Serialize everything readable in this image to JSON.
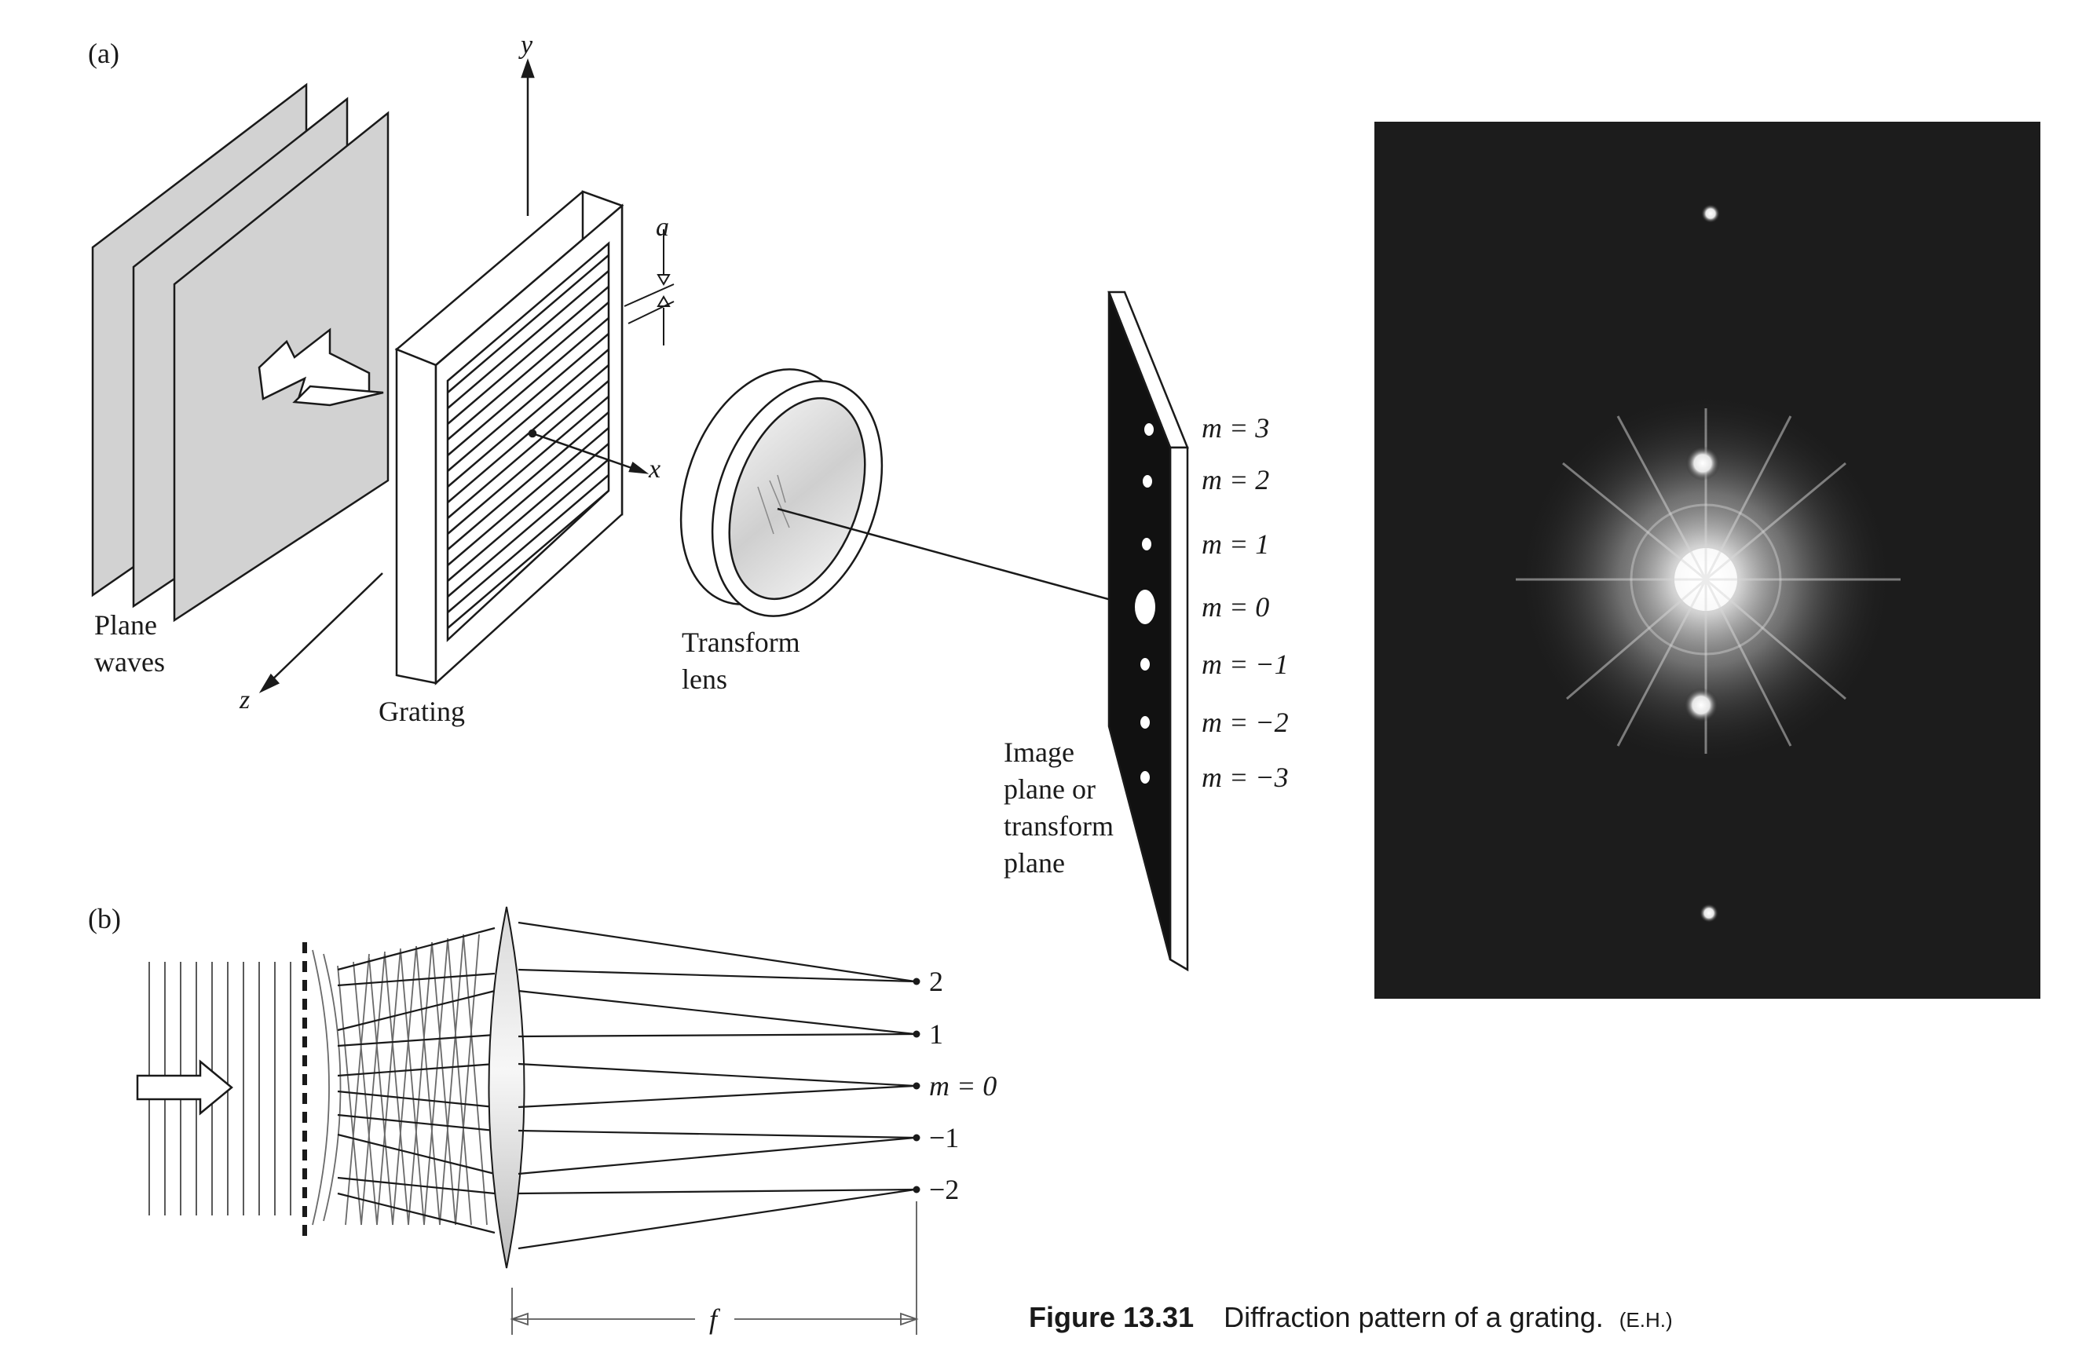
{
  "panel_a": {
    "label": "(a)",
    "plane_waves_label_1": "Plane",
    "plane_waves_label_2": "waves",
    "grating_label": "Grating",
    "lens_label_1": "Transform",
    "lens_label_2": "lens",
    "screen_label_1": "Image",
    "screen_label_2": "plane or",
    "screen_label_3": "transform",
    "screen_label_4": "plane",
    "axis_x": "x",
    "axis_y": "y",
    "axis_z": "z",
    "spacing_label": "a",
    "orders": [
      "m = 3",
      "m = 2",
      "m = 1",
      "m = 0",
      "m = −1",
      "m = −2",
      "m = −3"
    ]
  },
  "panel_b": {
    "label": "(b)",
    "focal_label": "f",
    "orders": [
      "2",
      "1",
      "m = 0",
      "−1",
      "−2"
    ]
  },
  "caption": {
    "number": "Figure 13.31",
    "text": "Diffraction pattern of a grating.",
    "credit": "(E.H.)"
  },
  "colors": {
    "line": "#1a1a1a",
    "plate_fill": "#d2d2d2",
    "screen_fill": "#111111",
    "photo_bg": "#1c1c1c"
  }
}
